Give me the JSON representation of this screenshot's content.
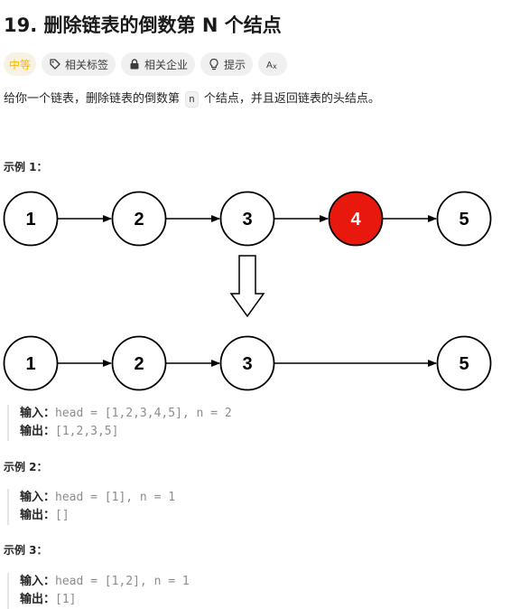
{
  "problem": {
    "title": "19. 删除链表的倒数第 N 个结点",
    "difficulty": "中等",
    "tags": [
      {
        "label": "相关标签",
        "icon": "tag-icon"
      },
      {
        "label": "相关企业",
        "icon": "lock-icon"
      },
      {
        "label": "提示",
        "icon": "lightbulb-icon"
      }
    ],
    "translate_icon": "translate-icon",
    "description": {
      "before": "给你一个链表，删除链表的倒数第 ",
      "code": "n",
      "after": " 个结点，并且返回链表的头结点。"
    }
  },
  "diagram": {
    "before_nodes": [
      "1",
      "2",
      "3",
      "4",
      "5"
    ],
    "after_nodes": [
      "1",
      "2",
      "3",
      "5"
    ],
    "removed_node": "4",
    "colors": {
      "removed_fill": "#e8190c",
      "node_stroke": "#000000"
    }
  },
  "examples": [
    {
      "title": "示例 1：",
      "input_label": "输入：",
      "input": "head = [1,2,3,4,5], n = 2",
      "output_label": "输出：",
      "output": "[1,2,3,5]"
    },
    {
      "title": "示例 2：",
      "input_label": "输入：",
      "input": "head = [1], n = 1",
      "output_label": "输出：",
      "output": "[]"
    },
    {
      "title": "示例 3：",
      "input_label": "输入：",
      "input": "head = [1,2], n = 1",
      "output_label": "输出：",
      "output": "[1]"
    }
  ],
  "colors": {
    "difficulty_medium": "#ffb800"
  }
}
